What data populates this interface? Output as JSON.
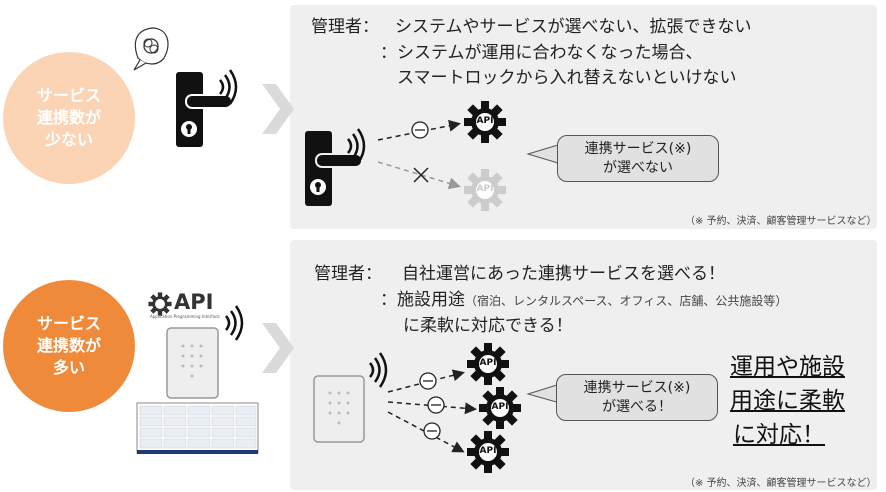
{
  "top": {
    "circle": "サービス\n連携数が\n少ない",
    "admin_label": "管理者：",
    "line1": "システムやサービスが選べない、拡張できない",
    "line2": "：システムが運用に合わなくなった場合、",
    "line3": "スマートロックから入れ替えないといけない",
    "bubble": "連携サービス(※)\nが選べない",
    "footnote": "（※ 予約、決済、顧客管理サービスなど）",
    "api_label": "API"
  },
  "bottom": {
    "circle": "サービス\n連携数が\n多い",
    "admin_label": "管理者：",
    "line1": "自社運営にあった連携サービスを選べる！",
    "line2_main": "：施設用途",
    "line2_small": "（宿泊、レンタルスペース、オフィス、店舗、公共施設等）",
    "line3": "に柔軟に対応できる！",
    "bubble": "連携サービス(※)\nが選べる！",
    "emphasis1": "運用や施設",
    "emphasis2": "用途に柔軟",
    "emphasis3": "に対応！",
    "footnote": "（※ 予約、決済、顧客管理サービスなど）",
    "api_logo": "API",
    "api_logo_sub": "Application Programming Interface",
    "api_label": "API"
  },
  "colors": {
    "circle_light": "#fbd4b5",
    "circle_dark": "#f08a3b",
    "panel": "#efefef",
    "gear": "#111111",
    "gear_disabled": "#cccccc"
  }
}
